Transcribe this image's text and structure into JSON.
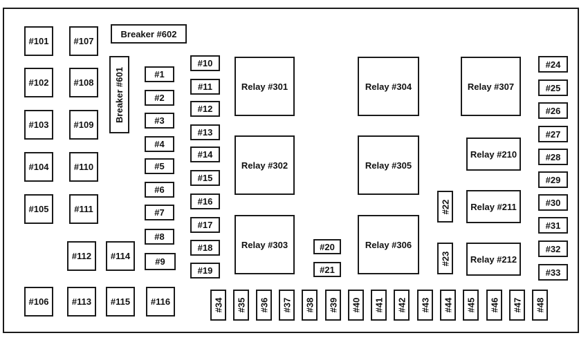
{
  "fuse_panel": {
    "breakers": [
      "Breaker  #602",
      "Breaker  #601"
    ],
    "maxi_fuses": [
      "#101",
      "#102",
      "#103",
      "#104",
      "#105",
      "#106",
      "#107",
      "#108",
      "#109",
      "#110",
      "#111",
      "#112",
      "#113",
      "#114",
      "#115",
      "#116"
    ],
    "mini_fuses": [
      "#1",
      "#2",
      "#3",
      "#4",
      "#5",
      "#6",
      "#7",
      "#8",
      "#9",
      "#10",
      "#11",
      "#12",
      "#13",
      "#14",
      "#15",
      "#16",
      "#17",
      "#18",
      "#19",
      "#20",
      "#21",
      "#22",
      "#23",
      "#24",
      "#25",
      "#26",
      "#27",
      "#28",
      "#29",
      "#30",
      "#31",
      "#32",
      "#33",
      "#34",
      "#35",
      "#36",
      "#37",
      "#38",
      "#39",
      "#40",
      "#41",
      "#42",
      "#43",
      "#44",
      "#45",
      "#46",
      "#47",
      "#48"
    ],
    "relays": [
      "Relay  #301",
      "Relay  #302",
      "Relay  #303",
      "Relay  #304",
      "Relay  #305",
      "Relay  #306",
      "Relay #307",
      "Relay #210",
      "Relay #211",
      "Relay #212"
    ]
  }
}
